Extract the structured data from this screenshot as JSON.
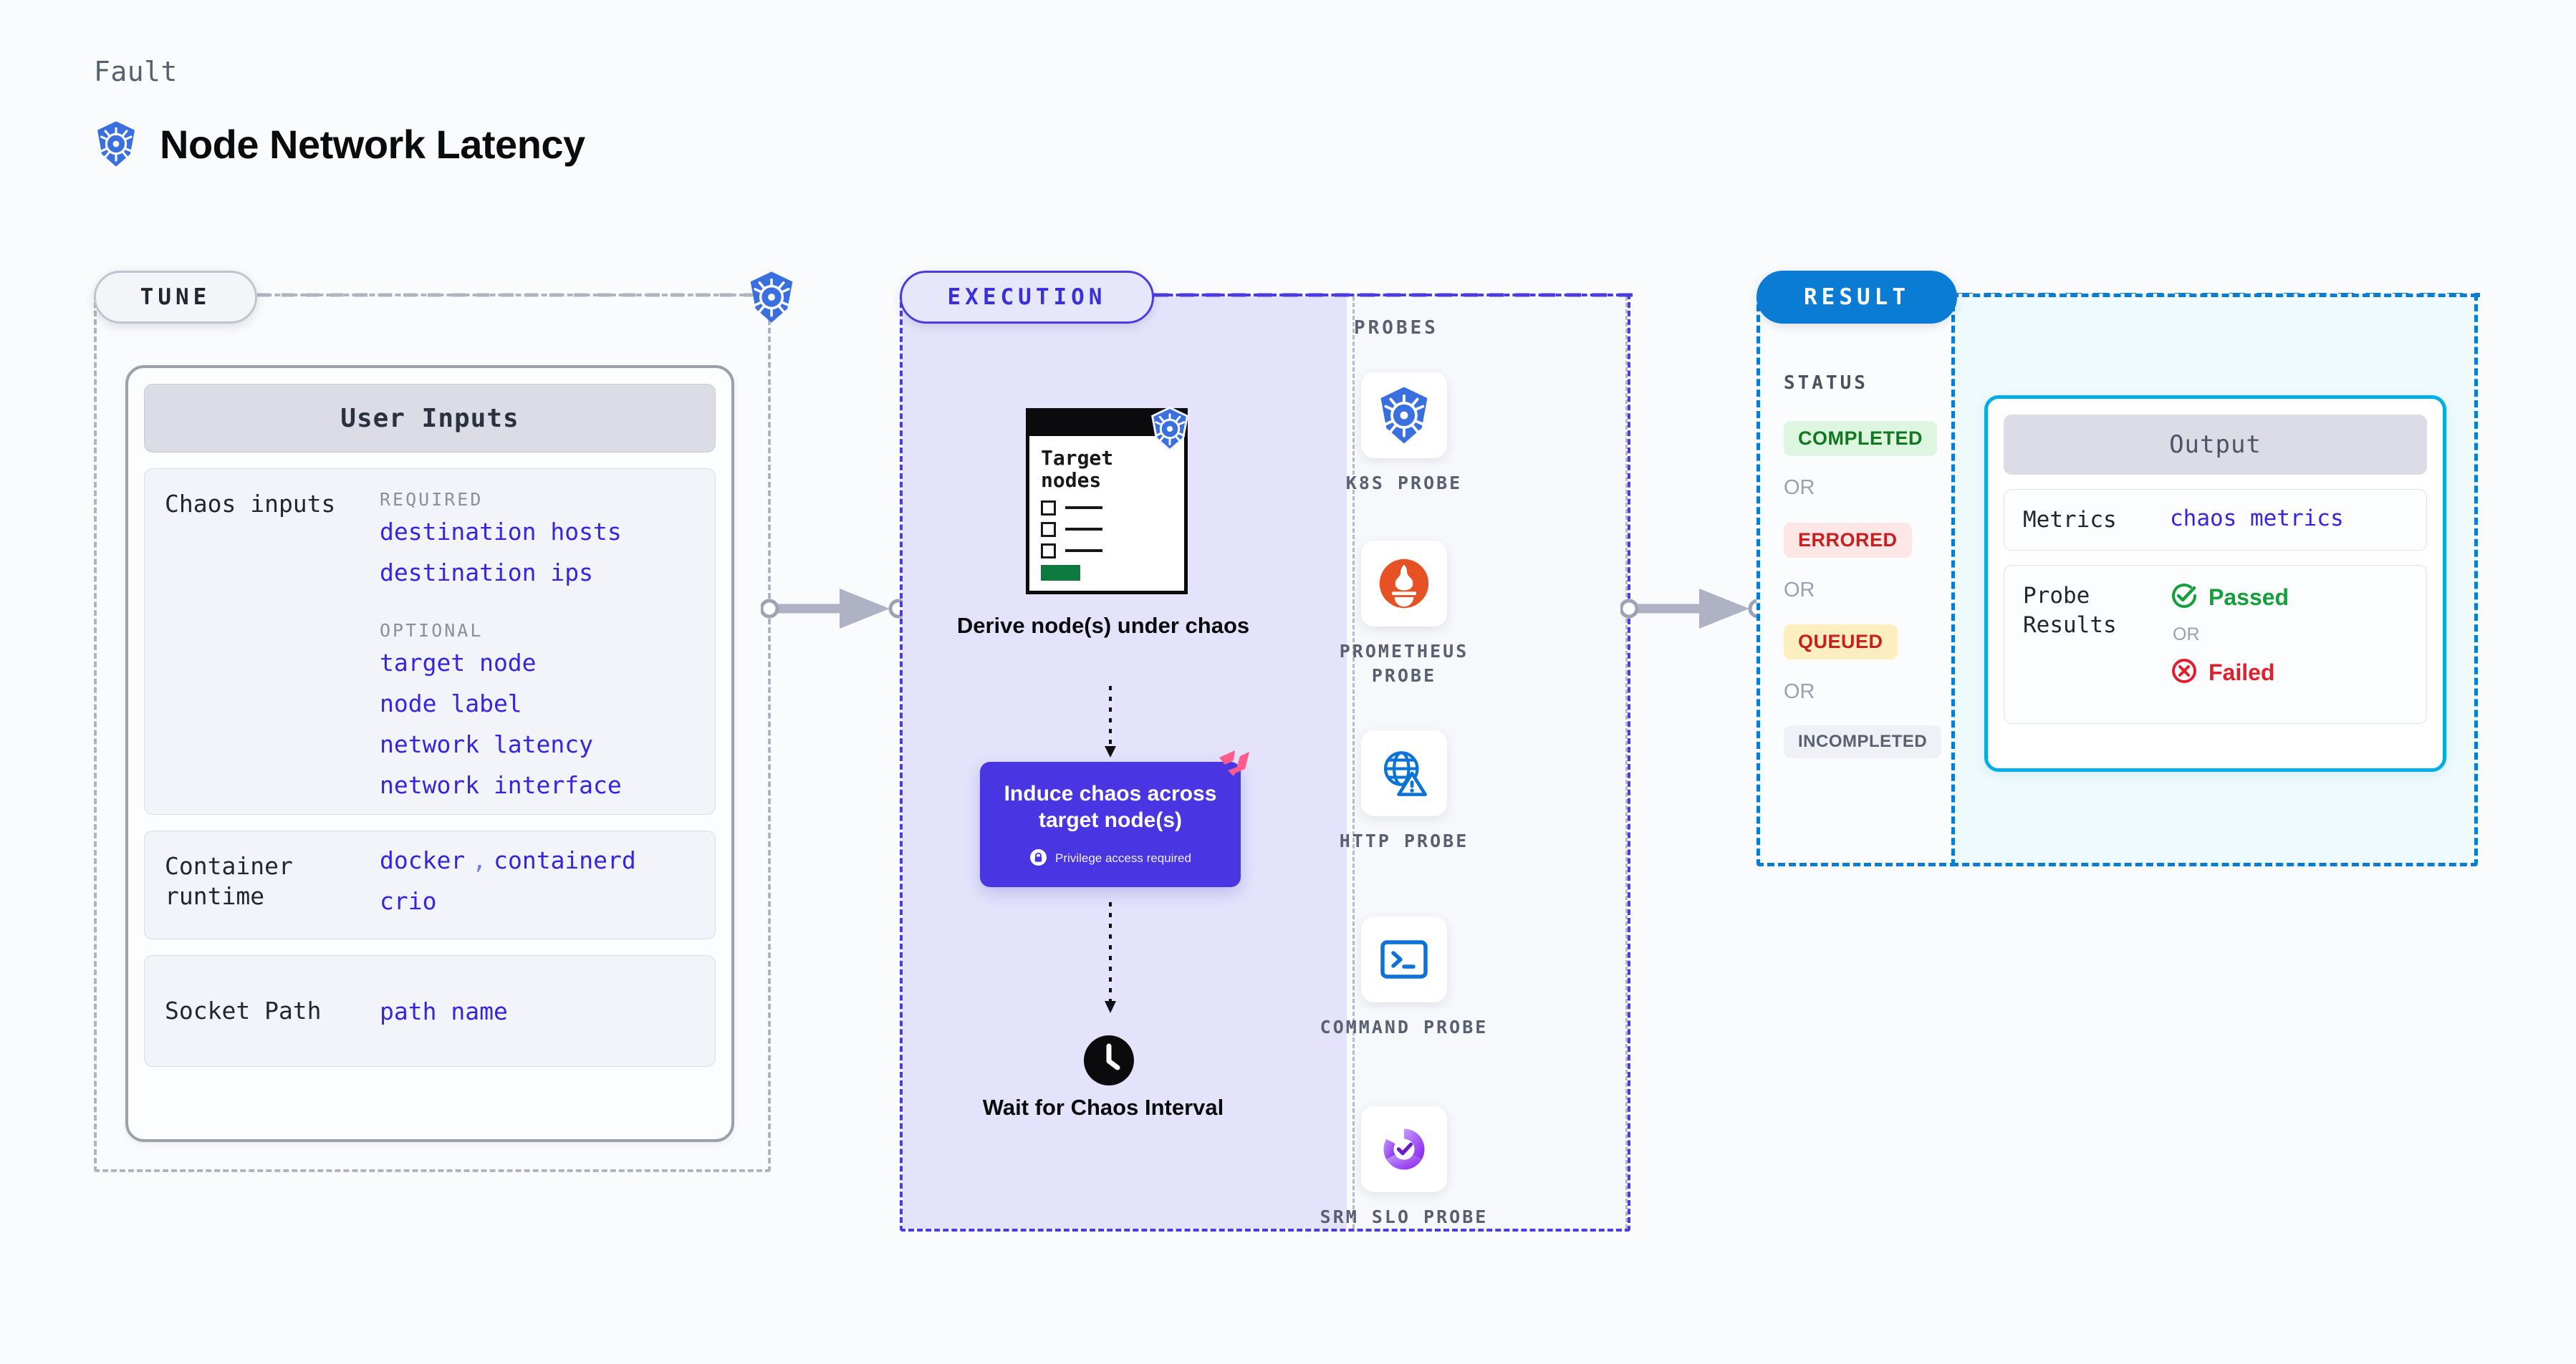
{
  "header": {
    "eyebrow": "Fault",
    "title": "Node Network Latency",
    "logo_icon": "kubernetes-icon"
  },
  "colors": {
    "page_bg": "#FAFBFC",
    "tune_border": "#AFB5C0",
    "execution_accent": "#4B3CE0",
    "execution_bg": "#E4E3FB",
    "result_accent": "#0A7CD4",
    "output_border": "#00ADE4",
    "output_bg": "#EFFAFD",
    "value_text": "#3524E0",
    "chaos_box": "#4936E2",
    "harness_pink": "#FF5C8D"
  },
  "sections": {
    "tune": {
      "pill_label": "TUNE",
      "badge_icon": "kubernetes-icon",
      "card": {
        "header": "User Inputs",
        "rows": [
          {
            "label": "Chaos inputs",
            "groups": [
              {
                "kind": "REQUIRED",
                "values": [
                  "destination hosts",
                  "destination ips"
                ]
              },
              {
                "kind": "OPTIONAL",
                "values": [
                  "target node",
                  "node label",
                  "network latency",
                  "network interface"
                ]
              }
            ]
          },
          {
            "label": "Container runtime",
            "values_line1": [
              "docker",
              "containerd"
            ],
            "separator": ",",
            "values_line2": [
              "crio"
            ]
          },
          {
            "label": "Socket Path",
            "values": [
              "path name"
            ]
          }
        ]
      }
    },
    "execution": {
      "pill_label": "EXECUTION",
      "steps": [
        {
          "id": "derive-nodes",
          "caption": "Derive node(s) under chaos",
          "card_title": "Target nodes",
          "badge_icon": "kubernetes-icon",
          "checkbox_rows": 3
        },
        {
          "id": "induce-chaos",
          "title": "Induce chaos across target node(s)",
          "privilege_note": "Privilege access required",
          "privilege_icon": "lock-icon",
          "corner_icon": "harness-logo-icon"
        },
        {
          "id": "wait-interval",
          "caption": "Wait for Chaos Interval",
          "icon": "clock-icon"
        }
      ],
      "probes": {
        "title": "PROBES",
        "items": [
          {
            "label": "K8S PROBE",
            "icon": "kubernetes-icon"
          },
          {
            "label": "PROMETHEUS PROBE",
            "icon": "prometheus-icon"
          },
          {
            "label": "HTTP PROBE",
            "icon": "http-globe-warning-icon"
          },
          {
            "label": "COMMAND PROBE",
            "icon": "terminal-icon"
          },
          {
            "label": "SRM SLO PROBE",
            "icon": "srm-slo-icon"
          }
        ]
      }
    },
    "result": {
      "pill_label": "RESULT",
      "status_title": "STATUS",
      "or_label": "OR",
      "statuses": [
        {
          "label": "COMPLETED",
          "bg": "#DCF6DF",
          "fg": "#11781F"
        },
        {
          "label": "ERRORED",
          "bg": "#FDE6E6",
          "fg": "#C8201C"
        },
        {
          "label": "QUEUED",
          "bg": "#FCEEBF",
          "fg": "#C8201C"
        },
        {
          "label": "INCOMPLETED",
          "bg": "#F0F1F6",
          "fg": "#5A6070"
        }
      ],
      "output": {
        "header": "Output",
        "metrics_label": "Metrics",
        "metrics_value": "chaos metrics",
        "probe_results_label": "Probe Results",
        "passed_label": "Passed",
        "failed_label": "Failed",
        "or_label": "OR",
        "passed_icon": "check-circle-icon",
        "failed_icon": "x-circle-icon"
      }
    }
  }
}
